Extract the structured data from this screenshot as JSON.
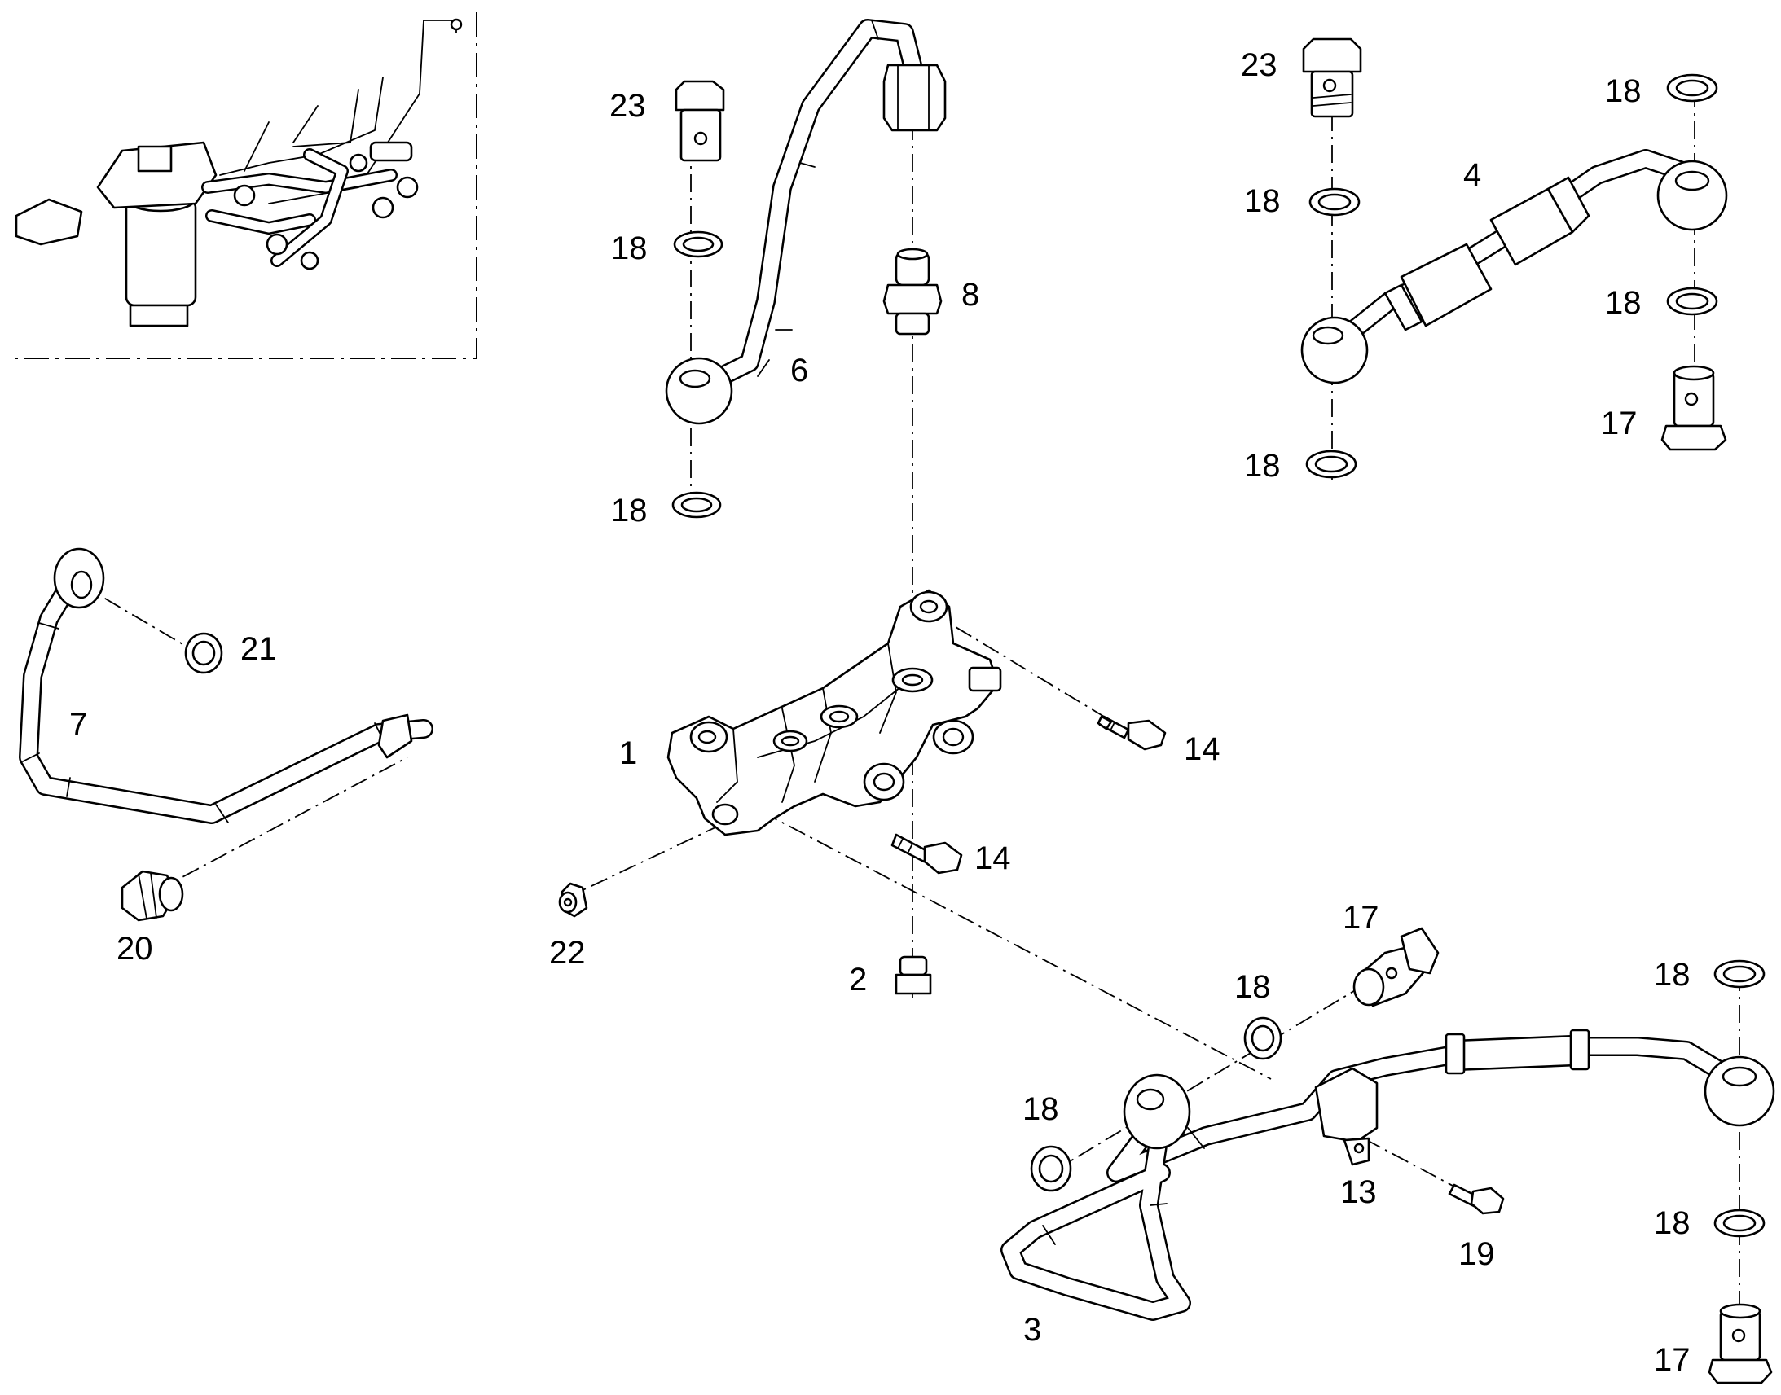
{
  "labels": {
    "l1": "1",
    "l2": "2",
    "l3": "3",
    "l4": "4",
    "l6": "6",
    "l7": "7",
    "l8": "8",
    "l13": "13",
    "l14a": "14",
    "l14b": "14",
    "l17a": "17",
    "l17b": "17",
    "l17c": "17",
    "l18a": "18",
    "l18b": "18",
    "l18c": "18",
    "l18d": "18",
    "l18e": "18",
    "l18f": "18",
    "l18g": "18",
    "l18h": "18",
    "l18i": "18",
    "l18j": "18",
    "l19": "19",
    "l20": "20",
    "l21": "21",
    "l22": "22",
    "l23a": "23",
    "l23b": "23"
  }
}
